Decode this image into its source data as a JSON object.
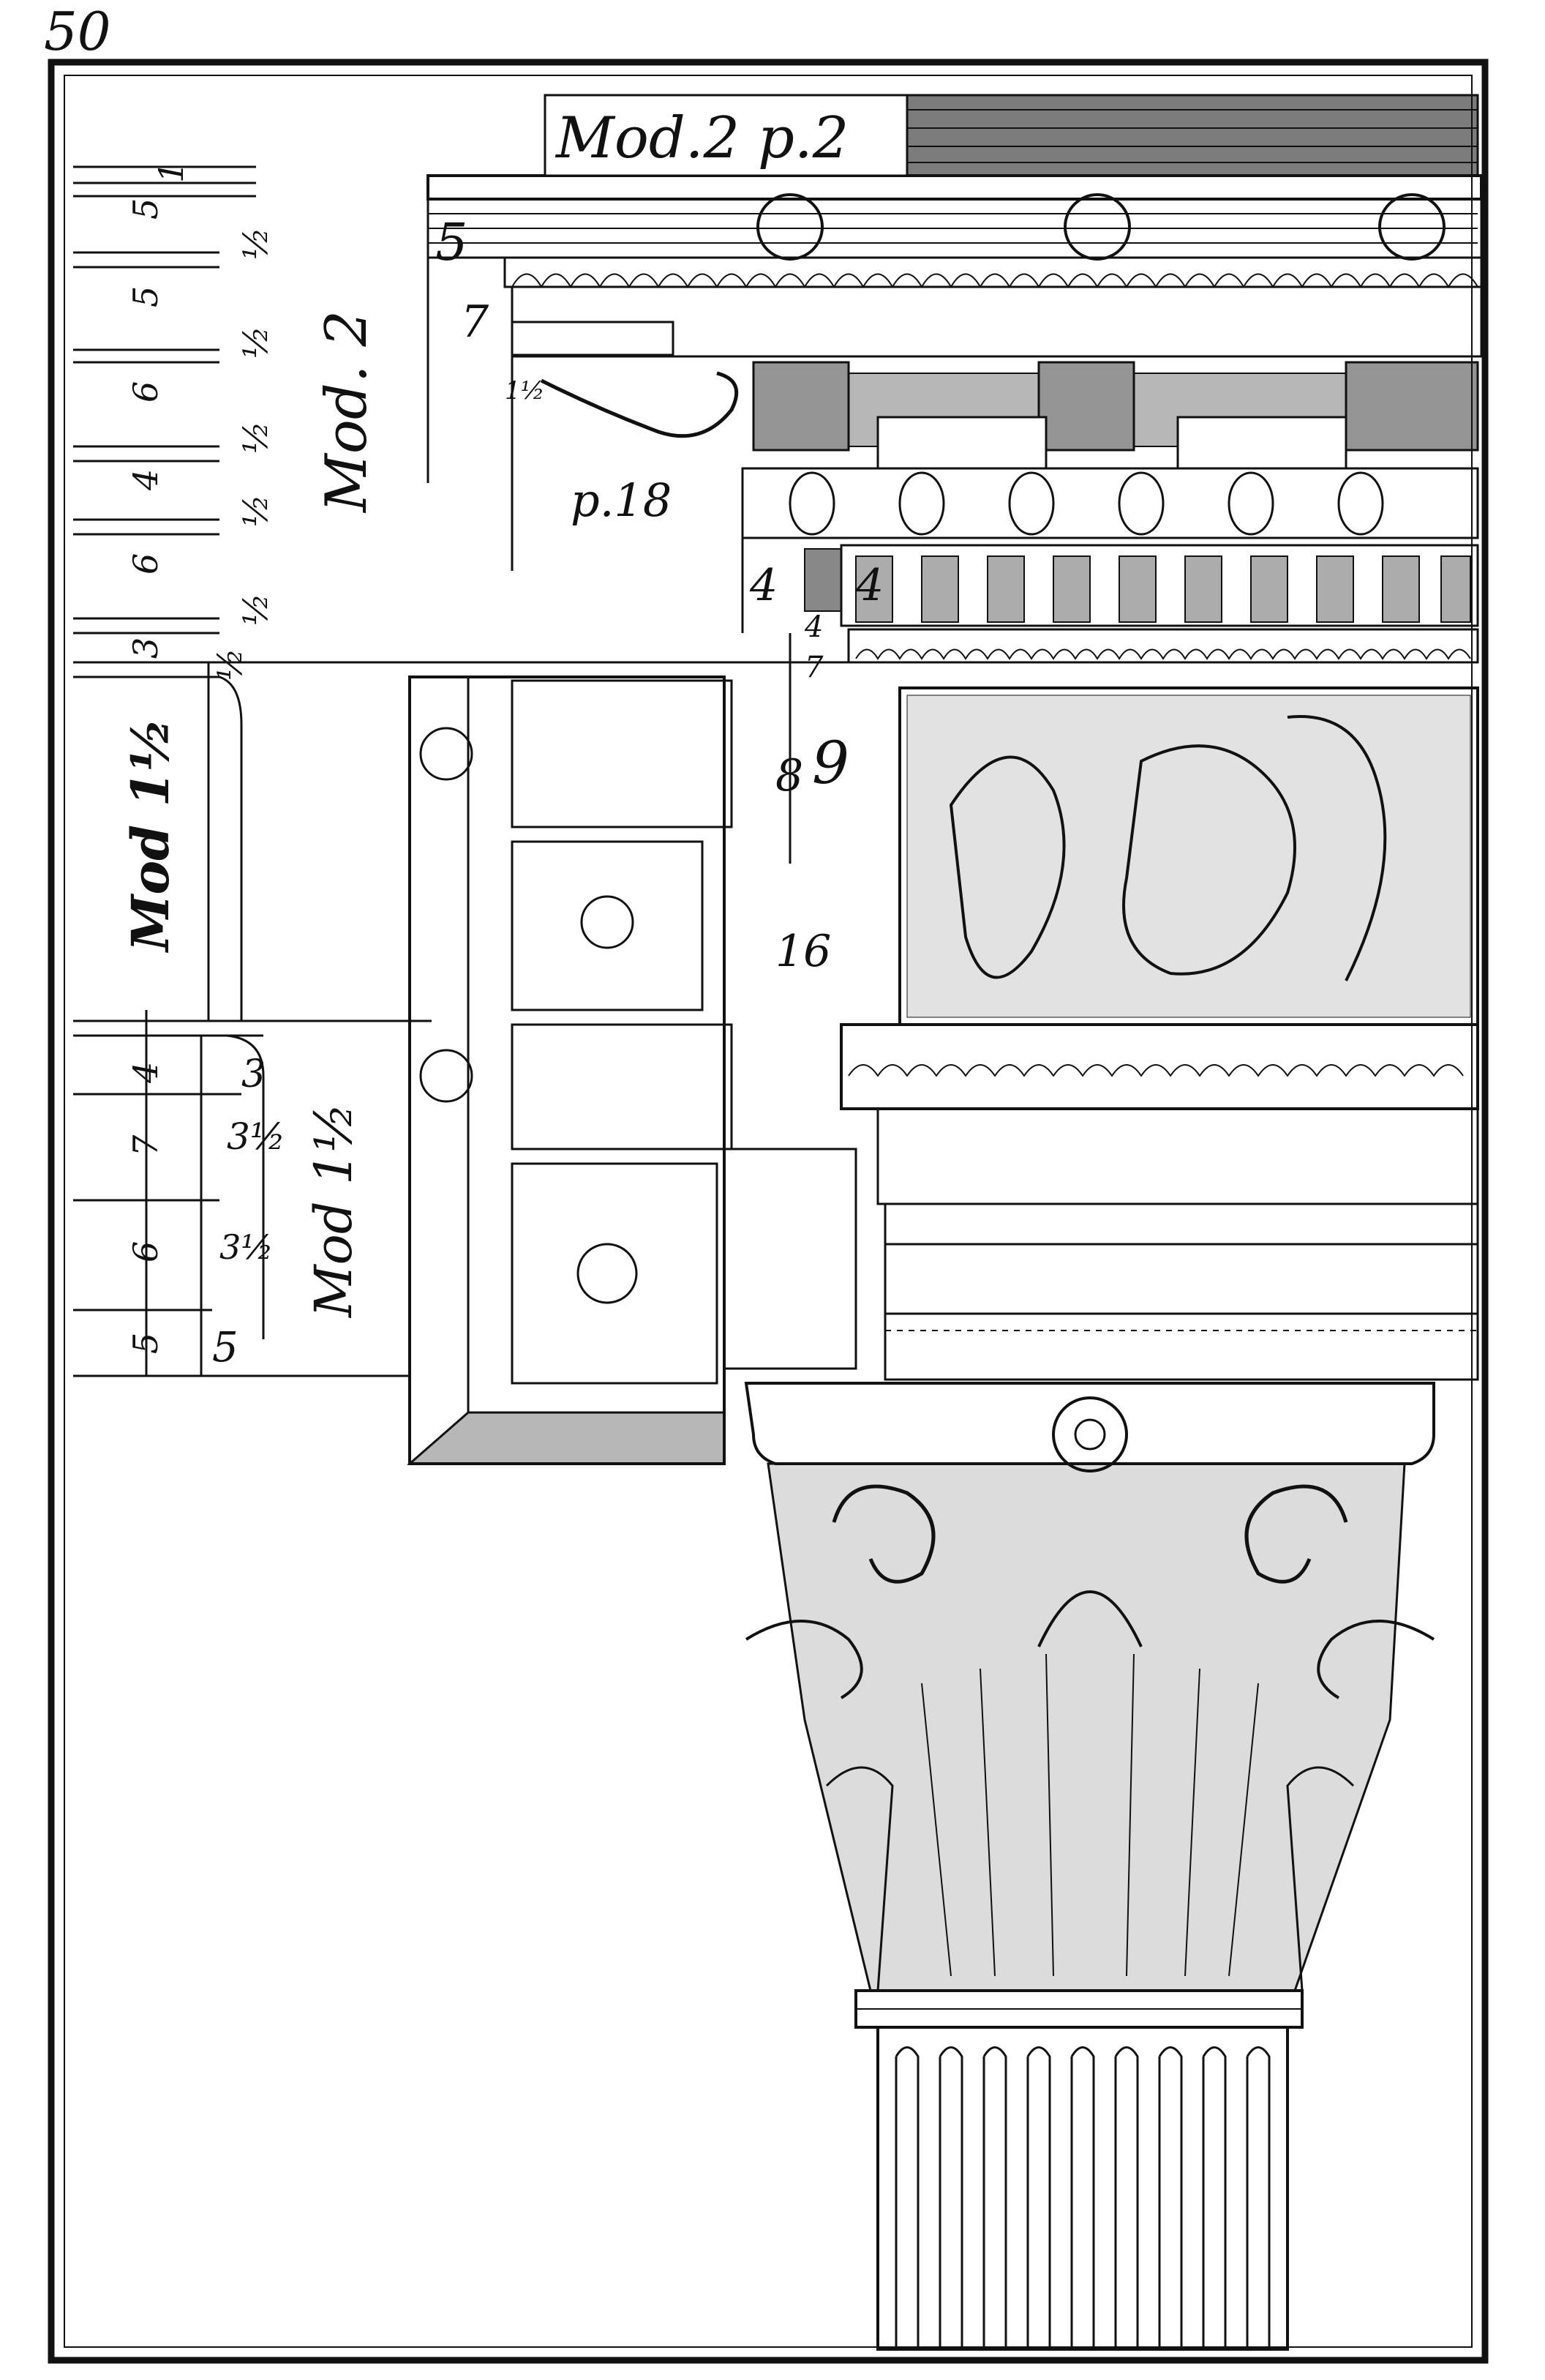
{
  "page_number": "50",
  "colors": {
    "ink": "#111111",
    "paper": "#ffffff"
  },
  "labels": {
    "top_module": "Mod.2 p.2",
    "cornice_module": "Mod. 2",
    "frieze_module": "Mod 1½",
    "architrave_module": "Mod 1½",
    "parts_note": "p.18",
    "left_scale": [
      "1",
      "5",
      "½",
      "5",
      "½",
      "6",
      "½",
      "4",
      "½",
      "6",
      "½",
      "3",
      "½",
      "4",
      "7",
      "6",
      "5"
    ],
    "elevation_numbers": [
      "5",
      "7",
      "1½",
      "4",
      "4",
      "4",
      "7",
      "8",
      "9",
      "16",
      "3",
      "3½",
      "3½",
      "5"
    ]
  }
}
